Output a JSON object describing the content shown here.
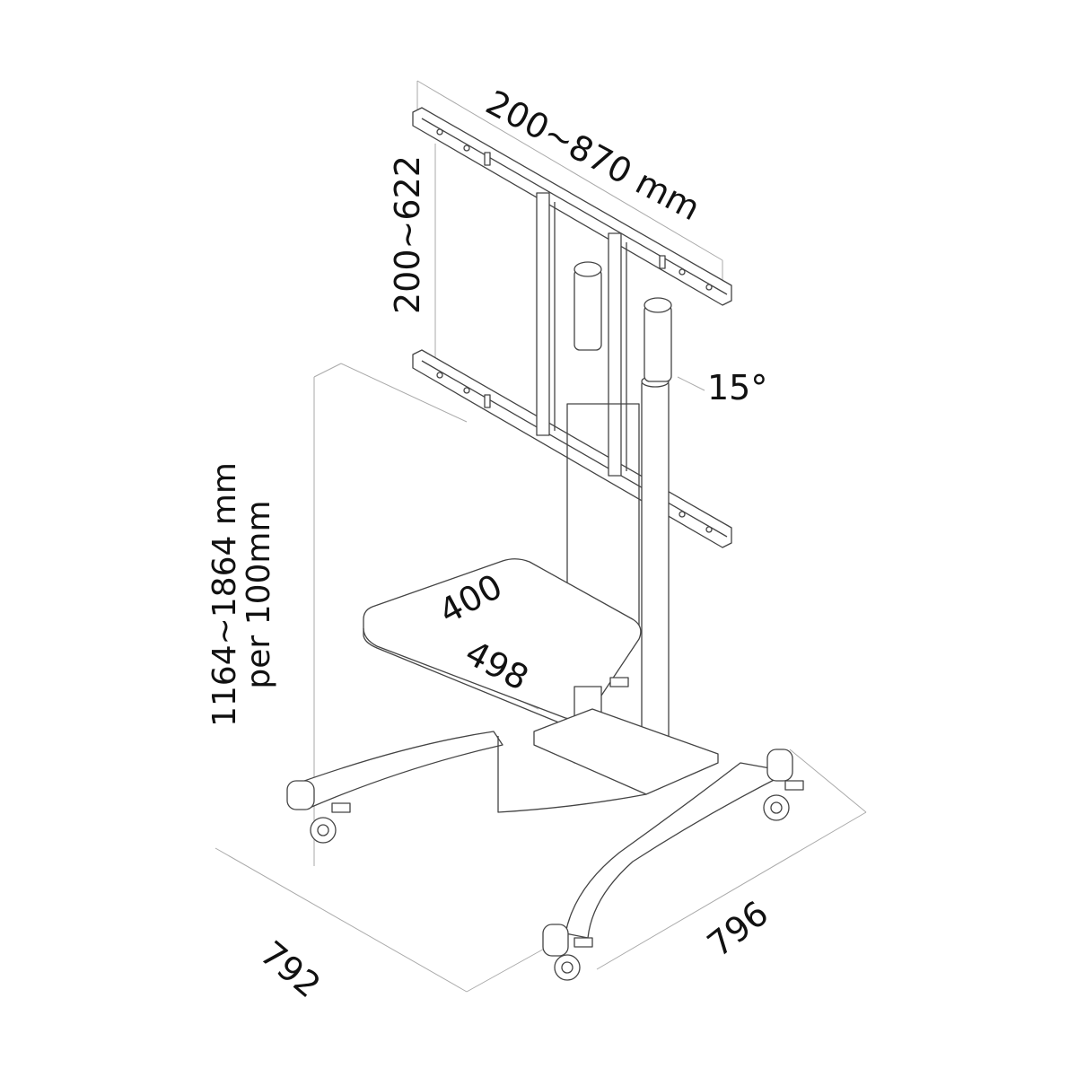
{
  "diagram": {
    "subject": "Mobile TV floor stand with shelf and casters",
    "labels": {
      "vesa_width": "200~870 mm",
      "vesa_height": "200~622",
      "tilt": "15°",
      "height_range": "1164~1864 mm",
      "height_step": "per 100mm",
      "shelf_width": "400",
      "shelf_depth": "498",
      "base_depth": "792",
      "base_width": "796"
    },
    "colors": {
      "line": "#333333",
      "dim_line": "#aaaaaa",
      "text": "#111111",
      "background": "#ffffff"
    }
  }
}
